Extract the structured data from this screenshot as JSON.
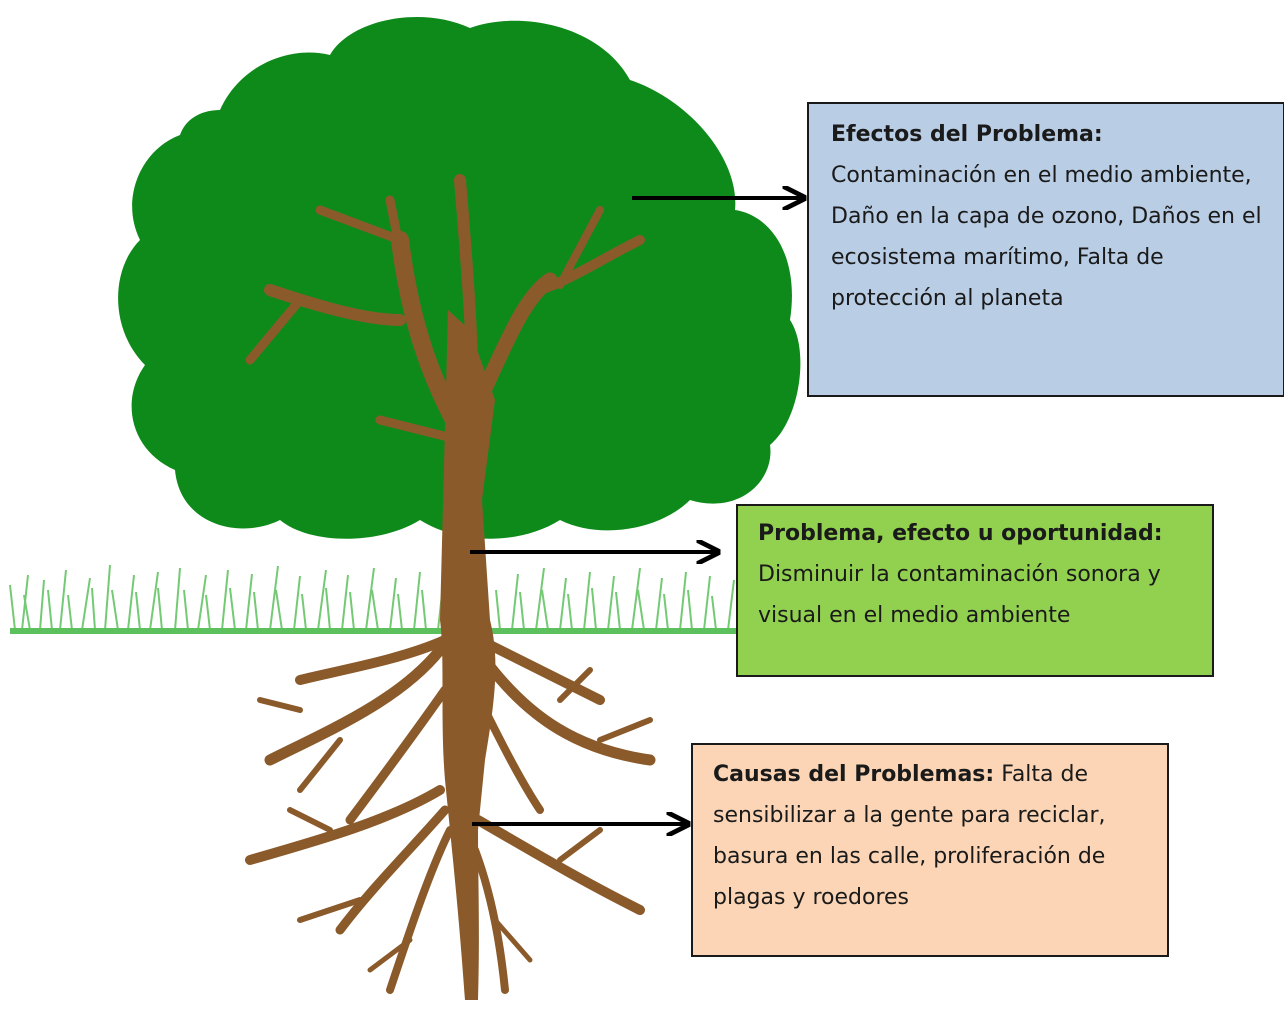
{
  "effects": {
    "title": "Efectos del Problema:",
    "text": "Contaminación en el medio ambiente, Daño en la capa de ozono, Daños en el ecosistema marítimo, Falta de protección al planeta"
  },
  "problem": {
    "title": "Problema, efecto u oportunidad:",
    "text": "Disminuir la contaminación sonora y visual en el medio ambiente"
  },
  "causes": {
    "title": "Causas del Problemas:",
    "text": "Falta de sensibilizar a la gente para reciclar, basura en las calle, proliferación de plagas y roedores"
  },
  "colors": {
    "foliage": "#0e8a1a",
    "wood": "#8b5a2b",
    "grass": "#5cc15c",
    "effects_box": "#b9cde5",
    "problem_box": "#92d050",
    "causes_box": "#fbd5b5"
  }
}
